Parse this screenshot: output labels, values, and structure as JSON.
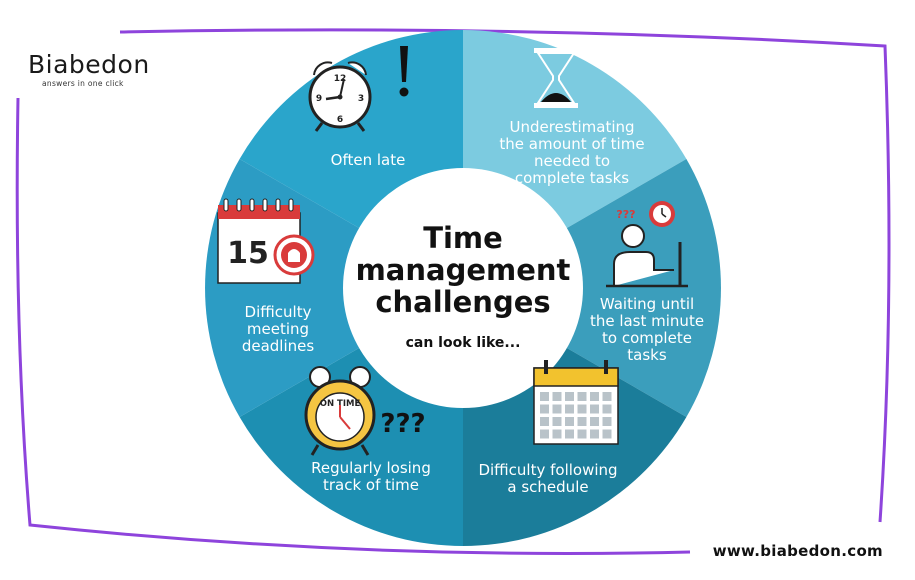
{
  "logo": {
    "brand": "Biabedon",
    "tagline": "answers in one click"
  },
  "website": "www.biabedon.com",
  "center": {
    "title_lines": [
      "Time",
      "management",
      "challenges"
    ],
    "subtitle": "can look like..."
  },
  "segments": [
    {
      "lines": [
        "Often late"
      ],
      "color": "#2aa5cb",
      "icon": "alarm-clock-icon"
    },
    {
      "lines": [
        "Underestimating",
        "the amount of time",
        "needed to",
        "complete tasks"
      ],
      "color": "#7ccbe0",
      "icon": "hourglass-icon"
    },
    {
      "lines": [
        "Waiting until",
        "the last minute",
        "to complete",
        "tasks"
      ],
      "color": "#3b9ebc",
      "icon": "person-at-computer-icon"
    },
    {
      "lines": [
        "Difficulty following",
        "a schedule"
      ],
      "color": "#1b7d9a",
      "icon": "calendar-icon"
    },
    {
      "lines": [
        "Regularly losing",
        "track of time"
      ],
      "color": "#1d8fb2",
      "icon": "on-time-clock-icon"
    },
    {
      "lines": [
        "Difficulty",
        "meeting",
        "deadlines"
      ],
      "color": "#2c9cc4",
      "icon": "calendar-alarm-icon"
    }
  ],
  "icon_text": {
    "calendar_day": "15",
    "clock_label": "ON TIME",
    "question_marks": "???",
    "clock_numbers": [
      "12",
      "3",
      "6",
      "9"
    ]
  },
  "colors": {
    "frame": "#8e44dc",
    "center_fill": "#ffffff",
    "alarm_red": "#d93b3b",
    "calendar_yellow": "#f2c22e"
  }
}
